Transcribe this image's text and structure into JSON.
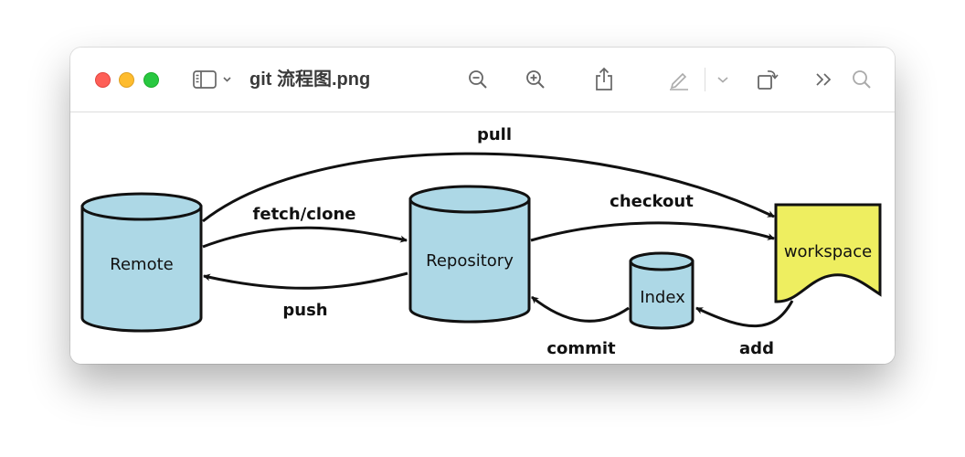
{
  "window": {
    "title": "git 流程图.png"
  },
  "toolbar": {
    "items": [
      "sidebar-toggle",
      "zoom-out",
      "zoom-in",
      "share",
      "markup",
      "markup-options",
      "rotate",
      "more",
      "search"
    ]
  },
  "diagram": {
    "nodes": {
      "remote": "Remote",
      "repository": "Repository",
      "index": "Index",
      "workspace": "workspace"
    },
    "edges": {
      "pull": "pull",
      "fetch_clone": "fetch/clone",
      "push": "push",
      "checkout": "checkout",
      "commit": "commit",
      "add": "add"
    },
    "colors": {
      "cylinder_fill": "#add8e6",
      "workspace_fill": "#eeee60",
      "stroke": "#111111"
    }
  }
}
